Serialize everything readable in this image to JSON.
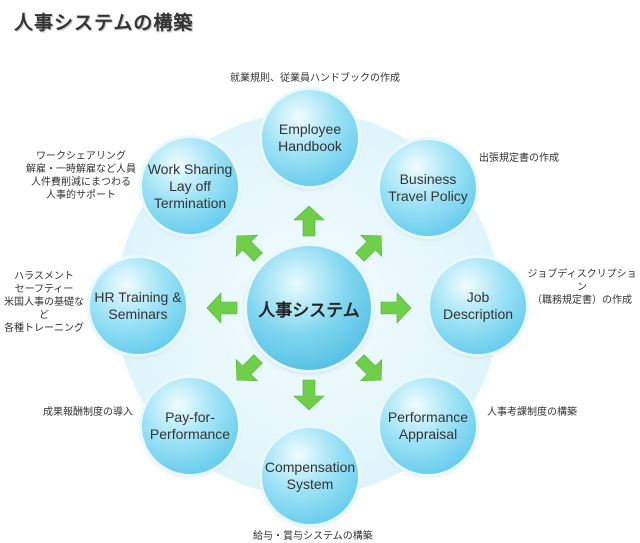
{
  "title": "人事システムの構築",
  "center_label": "人事システム",
  "colors": {
    "arrow": "#6fcf4a",
    "node": "#5fc9ec",
    "halo": "#e2f6fc"
  },
  "nodes": [
    {
      "label": "Employee\nHandbook",
      "note": "就業規則、従業員ハンドブックの作成"
    },
    {
      "label": "Business\nTravel Policy",
      "note": "出張規定書の作成"
    },
    {
      "label": "Job\nDescription",
      "note": "ジョブディスクリプション\n（職務規定書）の作成"
    },
    {
      "label": "Performance\nAppraisal",
      "note": "人事考課制度の構築"
    },
    {
      "label": "Compensation\nSystem",
      "note": "給与・賞与システムの構築"
    },
    {
      "label": "Pay-for-\nPerformance",
      "note": "成果報酬制度の導入"
    },
    {
      "label": "HR Training &\nSeminars",
      "note": "ハラスメント\nセーフティー\n米国人事の基礎など\n各種トレーニング"
    },
    {
      "label": "Work Sharing\nLay off\nTermination",
      "note": "ワークシェアリング\n解雇・一時解雇など人員\n人件費削減にまつわる\n人事的サポート"
    }
  ]
}
